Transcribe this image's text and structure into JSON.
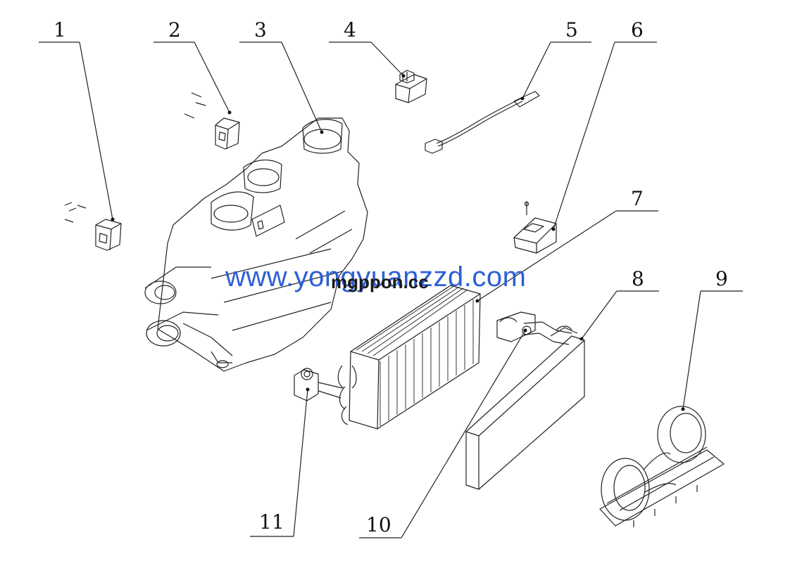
{
  "callouts": [
    "1",
    "2",
    "3",
    "4",
    "5",
    "6",
    "7",
    "8",
    "9",
    "10",
    "11"
  ],
  "watermark": {
    "main": "www.yongyuanzzd.com",
    "overlay": "mgppon.cc",
    "color": "#2d5fd6"
  }
}
